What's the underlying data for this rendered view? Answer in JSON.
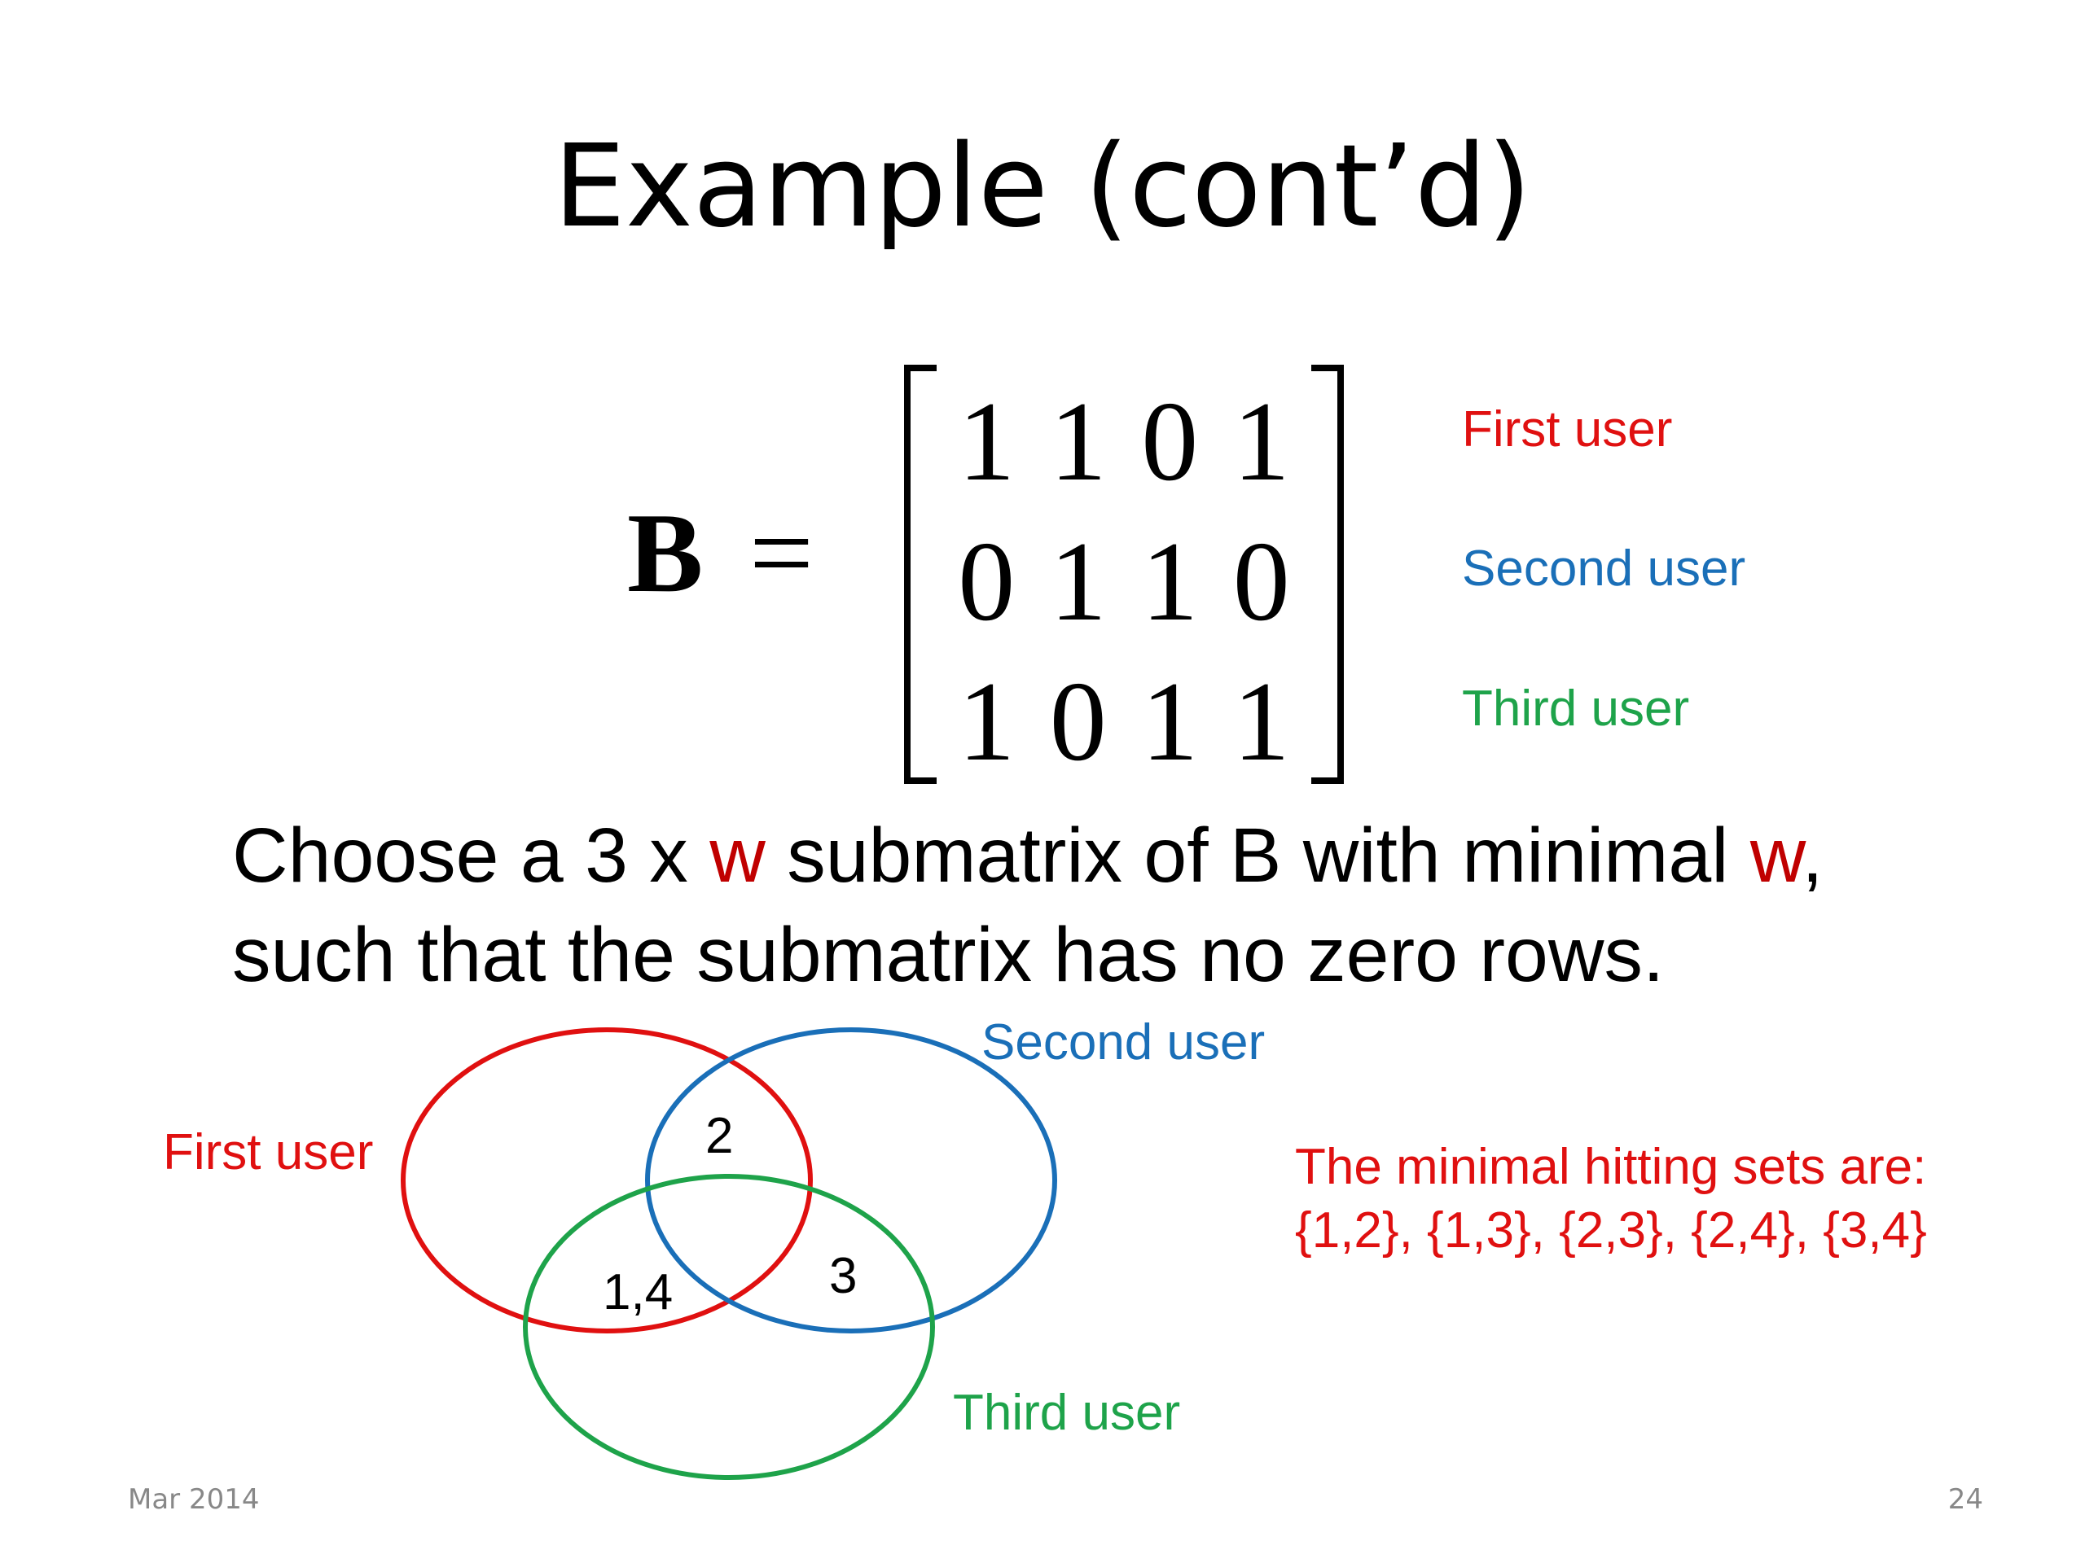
{
  "slide": {
    "title": "Example (cont’d)",
    "equation": {
      "lhs": "B",
      "equals": "=",
      "matrix": [
        [
          "1",
          "1",
          "0",
          "1"
        ],
        [
          "0",
          "1",
          "1",
          "0"
        ],
        [
          "1",
          "0",
          "1",
          "1"
        ]
      ]
    },
    "row_labels": [
      "First user",
      "Second user",
      "Third user"
    ],
    "body": {
      "part1": "Choose a 3 x ",
      "w1": "w",
      "part2": " submatrix of B with minimal ",
      "w2": "w",
      "part3": ",",
      "line2": "such that the submatrix has no zero rows."
    },
    "venn": {
      "labels": {
        "first": "First user",
        "second": "Second user",
        "third": "Third user"
      },
      "regions": {
        "first_second": "2",
        "first_third": "1,4",
        "second_third": "3"
      },
      "colors": {
        "first": "#e01010",
        "second": "#1a6fb8",
        "third": "#1ea34a"
      }
    },
    "hitting_sets": {
      "line1": "The minimal hitting sets are:",
      "line2": "{1,2}, {1,3}, {2,3}, {2,4}, {3,4}"
    },
    "footer": {
      "date": "Mar 2014",
      "page": "24"
    }
  }
}
